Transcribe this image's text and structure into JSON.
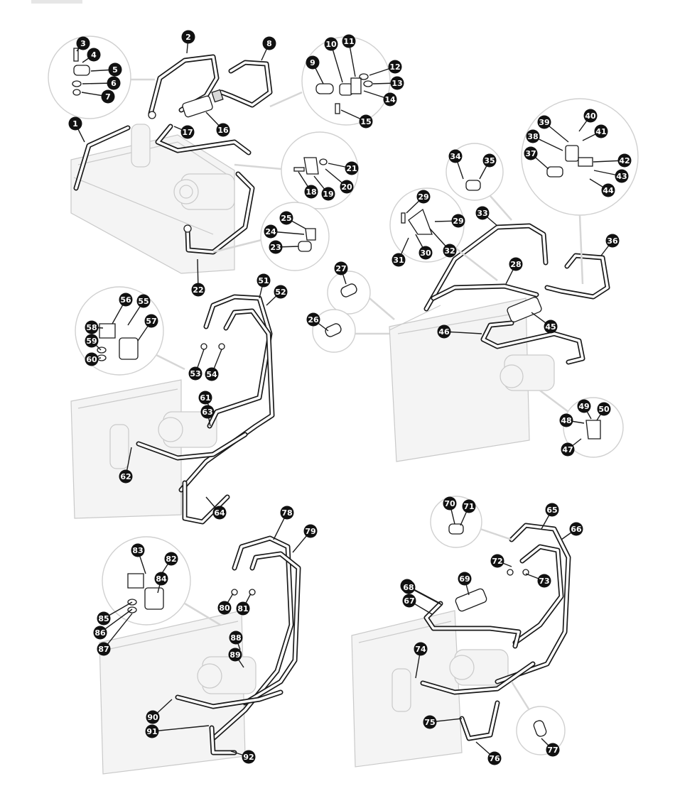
{
  "diagram": {
    "callouts": [
      "1",
      "2",
      "3",
      "4",
      "5",
      "6",
      "7",
      "8",
      "9",
      "10",
      "11",
      "12",
      "13",
      "14",
      "15",
      "16",
      "17",
      "18",
      "19",
      "20",
      "21",
      "22",
      "23",
      "24",
      "25",
      "26",
      "27",
      "28",
      "29",
      "29",
      "30",
      "31",
      "32",
      "33",
      "34",
      "35",
      "36",
      "37",
      "38",
      "39",
      "40",
      "41",
      "42",
      "43",
      "44",
      "45",
      "46",
      "47",
      "48",
      "49",
      "50",
      "51",
      "52",
      "53",
      "54",
      "55",
      "56",
      "57",
      "58",
      "59",
      "60",
      "61",
      "62",
      "63",
      "64",
      "65",
      "66",
      "67",
      "68",
      "68",
      "69",
      "70",
      "71",
      "72",
      "73",
      "74",
      "75",
      "76",
      "77",
      "78",
      "79",
      "80",
      "81",
      "82",
      "83",
      "84",
      "85",
      "86",
      "87",
      "88",
      "89",
      "90",
      "91",
      "92"
    ]
  },
  "colors": {
    "ink": "#1a1a1a",
    "ghost": "#c9c9c9",
    "callout": "#111111",
    "background": "#ffffff"
  }
}
